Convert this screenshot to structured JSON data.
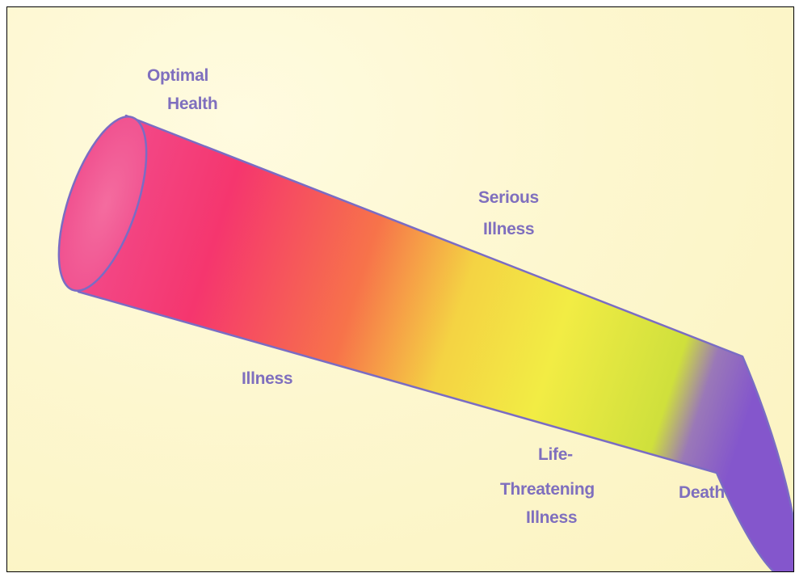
{
  "labels": {
    "optimal_health": [
      "Optimal",
      "Health"
    ],
    "serious_illness": [
      "Serious",
      "Illness"
    ],
    "illness": "Illness",
    "life_threatening_illness": [
      "Life-",
      "Threatening",
      "Illness"
    ],
    "death": "Death"
  },
  "colors": {
    "outline": "#7a6cc4",
    "label": "#7f6fbe",
    "gradient": [
      "#f5367a",
      "#f76a4e",
      "#f3e040",
      "#d8e43c",
      "#8a5cc8"
    ]
  }
}
